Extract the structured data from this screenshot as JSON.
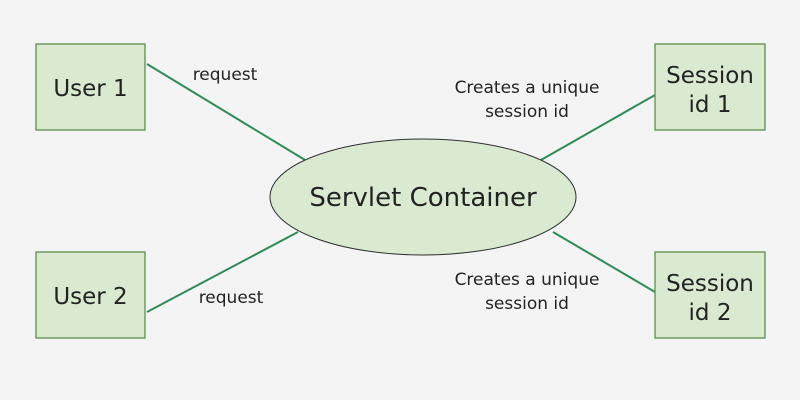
{
  "diagram": {
    "center": {
      "label": "Servlet Container"
    },
    "users": [
      {
        "label": "User 1"
      },
      {
        "label": "User 2"
      }
    ],
    "sessions": [
      {
        "line1": "Session",
        "line2": "id 1"
      },
      {
        "line1": "Session",
        "line2": "id 2"
      }
    ],
    "edges": {
      "user1_label": "request",
      "user2_label": "request",
      "session1_label_line1": "Creates a unique",
      "session1_label_line2": "session id",
      "session2_label_line1": "Creates a unique",
      "session2_label_line2": "session id"
    },
    "colors": {
      "node_fill": "#d9ead0",
      "edge": "#2e8b57",
      "background": "#f4f4f4"
    }
  }
}
